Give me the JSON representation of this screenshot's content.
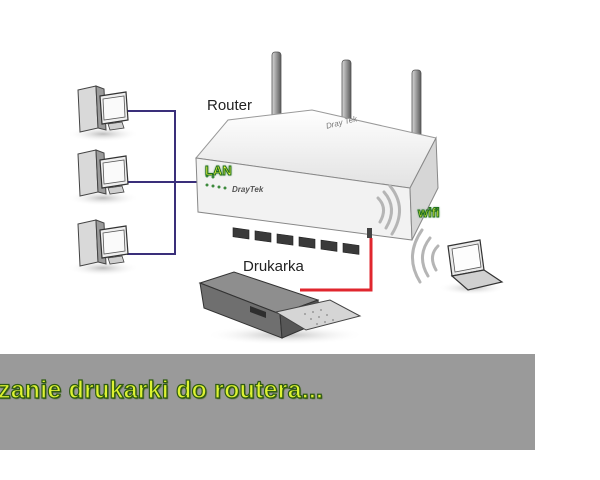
{
  "labels": {
    "router": "Router",
    "printer": "Drukarka",
    "lan": "LAN",
    "wifi": "wifi",
    "router_brand": "DrayTek",
    "router_model": "Dray Tek"
  },
  "caption": {
    "text": "zanie drukarki do routera..."
  },
  "colors": {
    "lan_cable": "#3a2f7a",
    "printer_cable": "#e0262e",
    "banner": "#9a9a9a",
    "caption_fill": "#ddf232",
    "caption_outline": "#2e5a12"
  },
  "icons": [
    "desktop-computer-icon",
    "router-icon",
    "printer-icon",
    "laptop-icon",
    "wifi-waves-icon"
  ]
}
